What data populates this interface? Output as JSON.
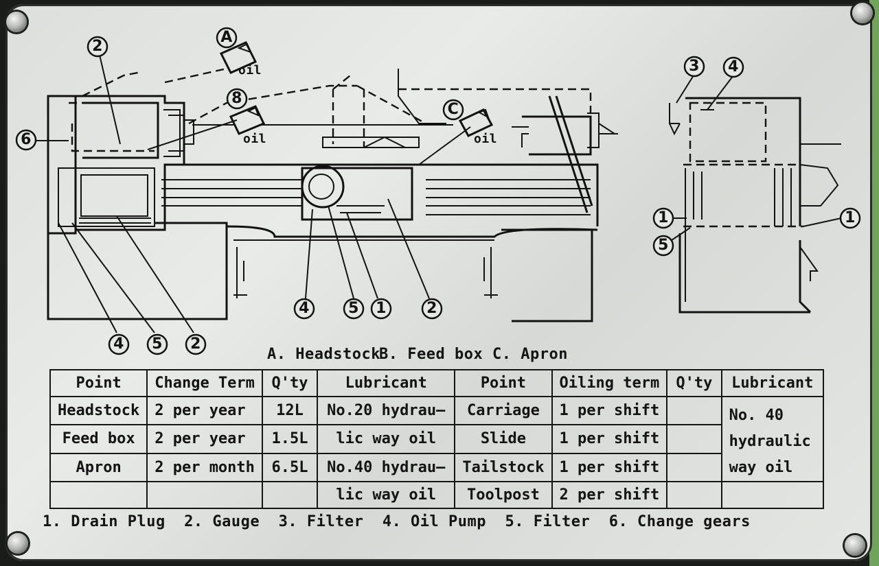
{
  "diagram": {
    "circle_labels": {
      "top_2": "2",
      "A": "A",
      "eight": "8",
      "C": "C",
      "six": "6",
      "right_3": "3",
      "right_4": "4",
      "right_1a": "1",
      "right_5": "5",
      "right_1b": "1",
      "bottom_4": "4",
      "bottom_5": "5",
      "bottom_2": "2",
      "center_4": "4",
      "center_5": "5",
      "center_1": "1",
      "center_2": "2"
    },
    "oil_labels": [
      "oil",
      "oil",
      "oil"
    ]
  },
  "caption": {
    "a": "A. Headstock",
    "b": "B. Feed box",
    "c": "C. Apron"
  },
  "table": {
    "headers": [
      "Point",
      "Change Term",
      "Q'ty",
      "Lubricant",
      "Point",
      "Oiling term",
      "Q'ty",
      "Lubricant"
    ],
    "left_rows": [
      {
        "point": "Headstock",
        "term": "2 per year",
        "qty": "12L"
      },
      {
        "point": "Feed box",
        "term": "2 per year",
        "qty": "1.5L"
      },
      {
        "point": "Apron",
        "term": "2 per month",
        "qty": "6.5L"
      },
      {
        "point": "",
        "term": "",
        "qty": ""
      }
    ],
    "left_lubricant_lines": [
      "No.20 hydrau—",
      "lic way oil",
      "No.40 hydrau—",
      "lic way oil"
    ],
    "right_rows": [
      {
        "point": "Carriage",
        "term": "1 per shift",
        "qty": ""
      },
      {
        "point": "Slide",
        "term": "1 per shift",
        "qty": ""
      },
      {
        "point": "Tailstock",
        "term": "1 per shift",
        "qty": ""
      },
      {
        "point": "Toolpost",
        "term": "2 per shift",
        "qty": ""
      }
    ],
    "right_lubricant_lines": [
      "No. 40",
      "hydraulic",
      "way oil"
    ]
  },
  "legend": "1. Drain Plug  2. Gauge  3. Filter  4. Oil Pump  5. Filter  6. Change gears",
  "colors": {
    "plate": "#e2e4e1",
    "ink": "#121212",
    "frame": "#1a1c1a"
  }
}
